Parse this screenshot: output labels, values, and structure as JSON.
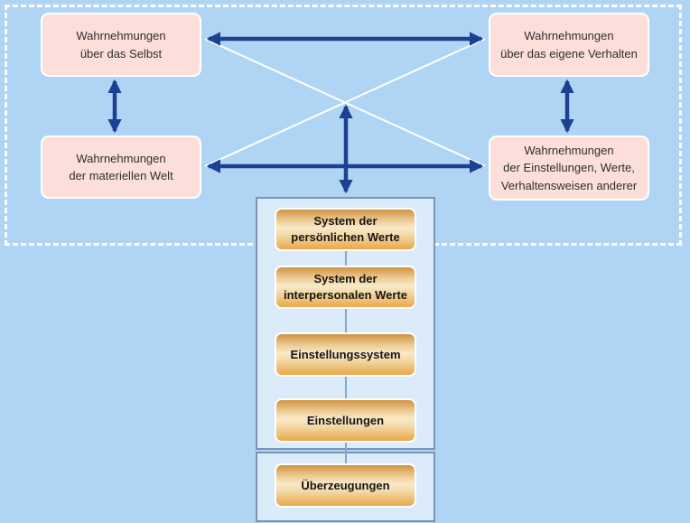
{
  "perception": {
    "self": "Wahrnehmungen\nüber das Selbst",
    "behavior": "Wahrnehmungen\nüber das eigene Verhalten",
    "material": "Wahrnehmungen\nder materiellen Welt",
    "others": "Wahrnehmungen\nder Einstellungen, Werte,\nVerhaltensweisen anderer"
  },
  "stack": {
    "items": [
      {
        "label": "System der\npersönlichen Werte"
      },
      {
        "label": "System der\ninterpersonalen Werte"
      },
      {
        "label": "Einstellungssystem"
      },
      {
        "label": "Einstellungen"
      },
      {
        "label": "Überzeugungen"
      }
    ]
  },
  "colors": {
    "background": "#b0d4f4",
    "perception_box_fill": "#fcdfdb",
    "perception_box_border": "#ffffff",
    "arrow_navy": "#1c4191",
    "cross_line_white": "#ffffff",
    "container_fill": "#dcebfa",
    "container_border": "#7b93b5",
    "stack_box_gradient_top": "#cf9342",
    "stack_box_gradient_light": "#f9e9c8",
    "stack_box_gradient_bottom": "#eaa74b",
    "connector_blue": "#7fa8d4",
    "dashed_border": "#ffffff"
  }
}
